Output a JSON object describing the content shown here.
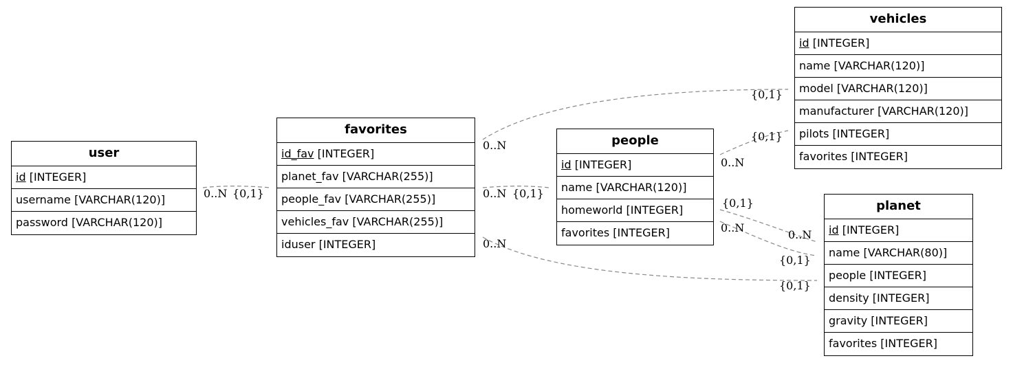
{
  "entities": {
    "user": {
      "title": "user",
      "fields": [
        {
          "name": "id",
          "type": "[INTEGER]",
          "pk": true
        },
        {
          "name": "username",
          "type": "[VARCHAR(120)]"
        },
        {
          "name": "password",
          "type": "[VARCHAR(120)]"
        }
      ]
    },
    "favorites": {
      "title": "favorites",
      "fields": [
        {
          "name": "id_fav",
          "type": "[INTEGER]",
          "pk": true
        },
        {
          "name": "planet_fav",
          "type": "[VARCHAR(255)]"
        },
        {
          "name": "people_fav",
          "type": "[VARCHAR(255)]"
        },
        {
          "name": "vehicles_fav",
          "type": "[VARCHAR(255)]"
        },
        {
          "name": "iduser",
          "type": "[INTEGER]"
        }
      ]
    },
    "people": {
      "title": "people",
      "fields": [
        {
          "name": "id",
          "type": "[INTEGER]",
          "pk": true
        },
        {
          "name": "name",
          "type": "[VARCHAR(120)]"
        },
        {
          "name": "homeworld",
          "type": "[INTEGER]"
        },
        {
          "name": "favorites",
          "type": "[INTEGER]"
        }
      ]
    },
    "vehicles": {
      "title": "vehicles",
      "fields": [
        {
          "name": "id",
          "type": "[INTEGER]",
          "pk": true
        },
        {
          "name": "name",
          "type": "[VARCHAR(120)]"
        },
        {
          "name": "model",
          "type": "[VARCHAR(120)]"
        },
        {
          "name": "manufacturer",
          "type": "[VARCHAR(120)]"
        },
        {
          "name": "pilots",
          "type": "[INTEGER]"
        },
        {
          "name": "favorites",
          "type": "[INTEGER]"
        }
      ]
    },
    "planet": {
      "title": "planet",
      "fields": [
        {
          "name": "id",
          "type": "[INTEGER]",
          "pk": true
        },
        {
          "name": "name",
          "type": "[VARCHAR(80)]"
        },
        {
          "name": "people",
          "type": "[INTEGER]"
        },
        {
          "name": "density",
          "type": "[INTEGER]"
        },
        {
          "name": "gravity",
          "type": "[INTEGER]"
        },
        {
          "name": "favorites",
          "type": "[INTEGER]"
        }
      ]
    }
  },
  "relationships": [
    {
      "from": "user",
      "to": "favorites",
      "many_label": "0..N",
      "one_label": "{0,1}"
    },
    {
      "from": "people",
      "to": "favorites",
      "many_label": "0..N",
      "one_label": "{0,1}"
    },
    {
      "from": "vehicles",
      "to": "favorites",
      "many_label": "0..N",
      "one_label": "{0,1}"
    },
    {
      "from": "vehicles",
      "to": "people",
      "many_label": "0..N",
      "one_label": "{0,1}"
    },
    {
      "from": "people",
      "to": "planet",
      "many_label": "0..N",
      "one_label": "{0,1}"
    },
    {
      "from": "planet",
      "to": "people",
      "many_label": "0..N",
      "one_label": "{0,1}"
    },
    {
      "from": "planet",
      "to": "favorites",
      "many_label": "0..N",
      "one_label": "{0,1}"
    }
  ]
}
